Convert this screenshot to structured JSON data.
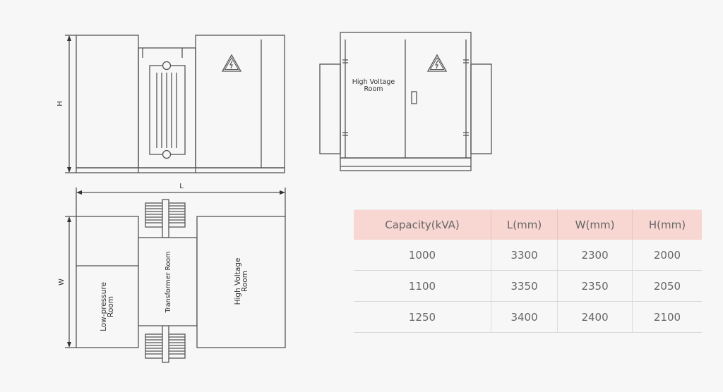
{
  "diagram": {
    "front_view": {
      "dimension_label": "H"
    },
    "side_view": {
      "room_label_line1": "High Voltage",
      "room_label_line2": "Room"
    },
    "plan_view": {
      "length_label": "L",
      "width_label": "W",
      "low_pressure_line1": "Low-pressure",
      "low_pressure_line2": "Room",
      "transformer_room": "Transformer Room",
      "high_voltage_line1": "High Voltage",
      "high_voltage_line2": "Room"
    },
    "icons": [
      "high-voltage-warning-icon"
    ]
  },
  "spec_table": {
    "columns": [
      "Capacity(kVA)",
      "L(mm)",
      "W(mm)",
      "H(mm)"
    ],
    "rows": [
      [
        "1000",
        "3300",
        "2300",
        "2000"
      ],
      [
        "1100",
        "3350",
        "2350",
        "2050"
      ],
      [
        "1250",
        "3400",
        "2400",
        "2100"
      ]
    ]
  },
  "colors": {
    "header_bg": "#f8d6d2",
    "line": "#555555",
    "background": "#f7f7f7"
  }
}
